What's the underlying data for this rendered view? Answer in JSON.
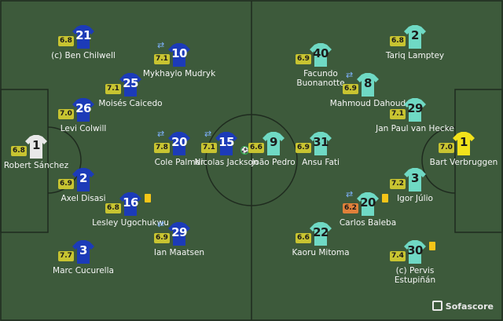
{
  "brand": {
    "name": "Sofascore"
  },
  "colors": {
    "home_shirt": "#1c3bb8",
    "away_shirt": "#6fd9c4",
    "home_gk": "#e8e8e8",
    "away_gk": "#f2e21b"
  },
  "home": [
    {
      "id": "sanchez",
      "number": "1",
      "rating": "6.8",
      "rating_tier": "yg",
      "name": "Robert Sánchez",
      "gk": true
    },
    {
      "id": "chilwell",
      "number": "21",
      "rating": "6.8",
      "rating_tier": "yg",
      "name": "(c) Ben Chilwell"
    },
    {
      "id": "colwill",
      "number": "26",
      "rating": "7.0",
      "rating_tier": "yg",
      "name": "Levi Colwill"
    },
    {
      "id": "disasi",
      "number": "2",
      "rating": "6.9",
      "rating_tier": "yg",
      "name": "Axel Disasi"
    },
    {
      "id": "cucurella",
      "number": "3",
      "rating": "7.7",
      "rating_tier": "yg",
      "name": "Marc Cucurella"
    },
    {
      "id": "caicedo",
      "number": "25",
      "rating": "7.1",
      "rating_tier": "yg",
      "name": "Moisés Caicedo"
    },
    {
      "id": "ugochukwu",
      "number": "16",
      "rating": "6.8",
      "rating_tier": "yg",
      "name": "Lesley Ugochukwu",
      "yellow": true
    },
    {
      "id": "mudryk",
      "number": "10",
      "rating": "7.1",
      "rating_tier": "yg",
      "name": "Mykhaylo Mudryk",
      "sub": true
    },
    {
      "id": "palmer",
      "number": "20",
      "rating": "7.8",
      "rating_tier": "yg",
      "name": "Cole Palmer",
      "sub": true
    },
    {
      "id": "maatsen",
      "number": "29",
      "rating": "6.9",
      "rating_tier": "yg",
      "name": "Ian Maatsen",
      "sub": true
    },
    {
      "id": "jackson",
      "number": "15",
      "rating": "7.1",
      "rating_tier": "yg",
      "name": "Nicolas Jackson",
      "sub": true,
      "goal": true
    }
  ],
  "away": [
    {
      "id": "pedro",
      "number": "9",
      "rating": "6.6",
      "rating_tier": "yg",
      "name": "João Pedro"
    },
    {
      "id": "fati",
      "number": "31",
      "rating": "6.9",
      "rating_tier": "yg",
      "name": "Ansu Fati"
    },
    {
      "id": "buonanotte",
      "number": "40",
      "rating": "6.9",
      "rating_tier": "yg",
      "name": "Facundo Buonanotte"
    },
    {
      "id": "baleba",
      "number": "20",
      "rating": "6.2",
      "rating_tier": "or",
      "name": "Carlos Baleba",
      "sub": true,
      "yellow": true
    },
    {
      "id": "mitoma",
      "number": "22",
      "rating": "6.6",
      "rating_tier": "yg",
      "name": "Kaoru Mitoma"
    },
    {
      "id": "dahoud",
      "number": "8",
      "rating": "6.9",
      "rating_tier": "yg",
      "name": "Mahmoud Dahoud",
      "sub": true
    },
    {
      "id": "lamptey",
      "number": "2",
      "rating": "6.8",
      "rating_tier": "yg",
      "name": "Tariq Lamptey"
    },
    {
      "id": "vanhecke",
      "number": "29",
      "rating": "7.1",
      "rating_tier": "yg",
      "name": "Jan Paul van Hecke"
    },
    {
      "id": "julio",
      "number": "3",
      "rating": "7.2",
      "rating_tier": "yg",
      "name": "Igor Júlio"
    },
    {
      "id": "estupinan",
      "number": "30",
      "rating": "7.4",
      "rating_tier": "yg",
      "name": "(c) Pervis Estupiñán",
      "yellow": true
    },
    {
      "id": "verbruggen",
      "number": "1",
      "rating": "7.0",
      "rating_tier": "yg",
      "name": "Bart Verbruggen",
      "gk": true
    }
  ]
}
